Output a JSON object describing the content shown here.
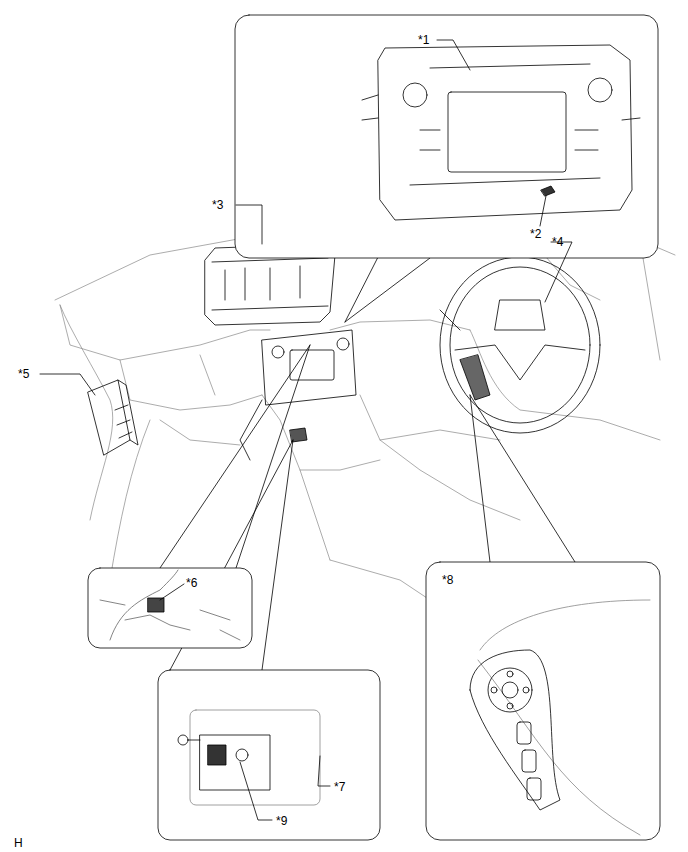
{
  "diagram": {
    "labels": [
      "*1",
      "*2",
      "*3",
      "*4",
      "*5",
      "*6",
      "*7",
      "*8",
      "*9",
      "H"
    ]
  }
}
